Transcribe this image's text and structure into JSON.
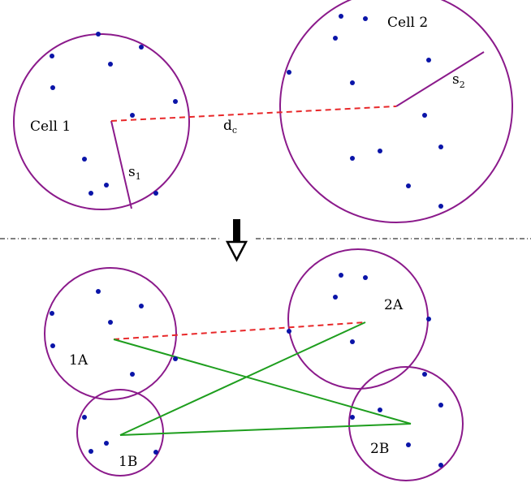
{
  "top": {
    "cell1_label": "Cell 1",
    "cell2_label": "Cell 2",
    "radius1_label": "s",
    "radius1_sub": "1",
    "radius2_label": "s",
    "radius2_sub": "2",
    "distance_label": "d",
    "distance_sub": "c"
  },
  "bottom": {
    "label_1a": "1A",
    "label_1b": "1B",
    "label_2a": "2A",
    "label_2b": "2B"
  },
  "colors": {
    "circle": "#8B1A8B",
    "point": "#0A14A8",
    "distance": "#E8282A",
    "cross_links": "#1E9E1E",
    "separator": "#000000",
    "arrow": "#000000"
  }
}
